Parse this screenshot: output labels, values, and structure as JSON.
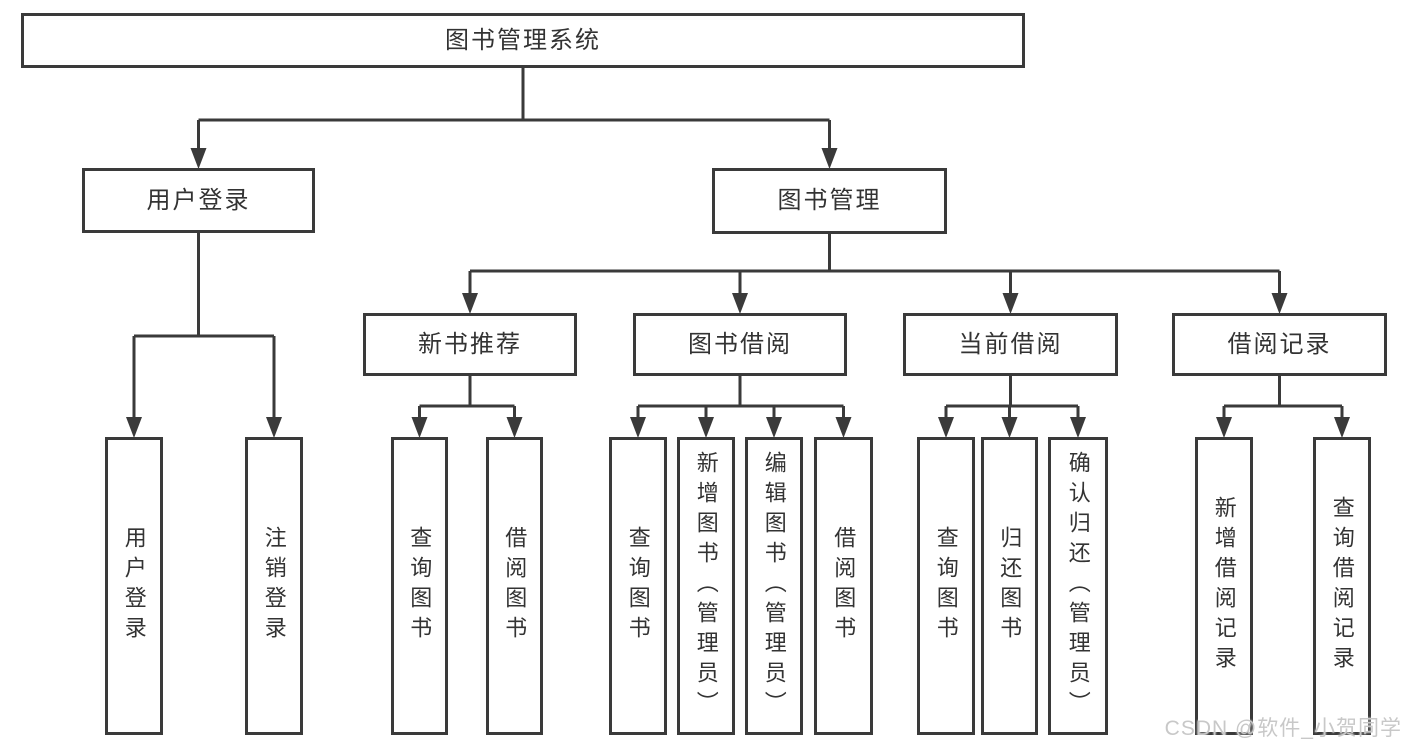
{
  "diagram_title": "图书管理系统",
  "watermark": "CSDN @软件_小贺同学",
  "colors": {
    "line": "#3a3a3a",
    "text": "#333333",
    "watermark": "#c8c8c8",
    "background": "#ffffff"
  },
  "nodes": [
    {
      "id": "library-system",
      "label": "图书管理系统",
      "parent": null,
      "orientation": "h"
    },
    {
      "id": "user-login",
      "label": "用户登录",
      "parent": "library-system",
      "orientation": "h"
    },
    {
      "id": "book-management",
      "label": "图书管理",
      "parent": "library-system",
      "orientation": "h"
    },
    {
      "id": "user-login-item",
      "label": "用户登录",
      "parent": "user-login",
      "orientation": "v"
    },
    {
      "id": "logout-item",
      "label": "注销登录",
      "parent": "user-login",
      "orientation": "v"
    },
    {
      "id": "new-book-recommend",
      "label": "新书推荐",
      "parent": "book-management",
      "orientation": "h"
    },
    {
      "id": "book-borrowing",
      "label": "图书借阅",
      "parent": "book-management",
      "orientation": "h"
    },
    {
      "id": "current-borrowing",
      "label": "当前借阅",
      "parent": "book-management",
      "orientation": "h"
    },
    {
      "id": "borrowing-records",
      "label": "借阅记录",
      "parent": "book-management",
      "orientation": "h"
    },
    {
      "id": "recommend-query-books",
      "label": "查询图书",
      "parent": "new-book-recommend",
      "orientation": "v"
    },
    {
      "id": "recommend-borrow-books",
      "label": "借阅图书",
      "parent": "new-book-recommend",
      "orientation": "v"
    },
    {
      "id": "borrowing-query-books",
      "label": "查询图书",
      "parent": "book-borrowing",
      "orientation": "v"
    },
    {
      "id": "borrowing-add-books-admin",
      "label": "新增图书（管理员）",
      "parent": "book-borrowing",
      "orientation": "v"
    },
    {
      "id": "borrowing-edit-books-admin",
      "label": "编辑图书（管理员）",
      "parent": "book-borrowing",
      "orientation": "v"
    },
    {
      "id": "borrowing-borrow-books",
      "label": "借阅图书",
      "parent": "book-borrowing",
      "orientation": "v"
    },
    {
      "id": "current-query-books",
      "label": "查询图书",
      "parent": "current-borrowing",
      "orientation": "v"
    },
    {
      "id": "current-return-books",
      "label": "归还图书",
      "parent": "current-borrowing",
      "orientation": "v"
    },
    {
      "id": "current-confirm-return-admin",
      "label": "确认归还（管理员）",
      "parent": "current-borrowing",
      "orientation": "v"
    },
    {
      "id": "records-add-borrow-record",
      "label": "新增借阅记录",
      "parent": "borrowing-records",
      "orientation": "v"
    },
    {
      "id": "records-query-borrow-record",
      "label": "查询借阅记录",
      "parent": "borrowing-records",
      "orientation": "v"
    }
  ]
}
